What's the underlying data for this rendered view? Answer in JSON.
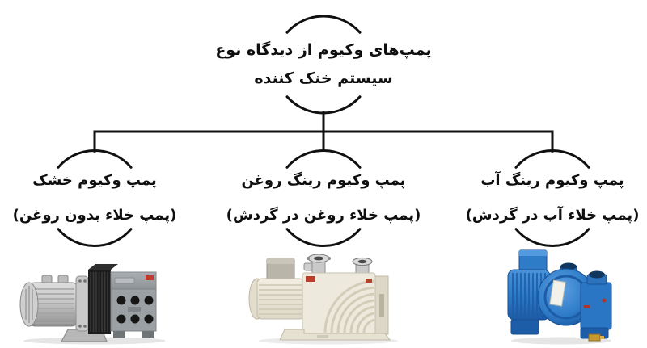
{
  "diagram": {
    "root": {
      "line1": "پمپ‌های وکیوم از دیدگاه نوع",
      "line2": "سیستم خنک کننده"
    },
    "branches": [
      {
        "key": "dry",
        "title": "پمپ وکیوم خشک",
        "subtitle": "(پمپ خلاء بدون روغن)",
        "image": "gray-dry-oil-free-vacuum-pump-photo"
      },
      {
        "key": "oil-ring",
        "title": "پمپ وکیوم رینگ روغن",
        "subtitle": "(پمپ خلاء روغن در گردش)",
        "image": "beige-oil-sealed-rotary-vane-vacuum-pump-photo"
      },
      {
        "key": "water-ring",
        "title": "پمپ وکیوم رینگ آب",
        "subtitle": "(پمپ خلاء آب در گردش)",
        "image": "blue-liquid-ring-vacuum-pump-photo"
      }
    ],
    "colors": {
      "line": "#101010",
      "text": "#0f0f0f",
      "background": "#ffffff",
      "pump_gray": "#9aa0a3",
      "pump_beige": "#ece8db",
      "pump_blue": "#2e7bc8",
      "brass": "#c59a33",
      "red_label": "#b5402c"
    }
  }
}
